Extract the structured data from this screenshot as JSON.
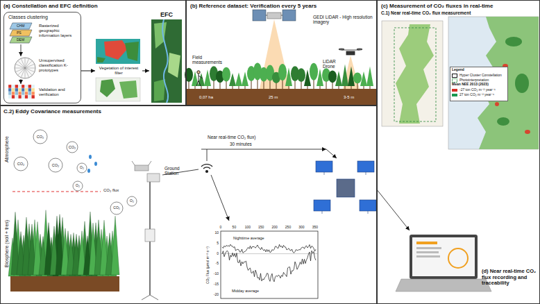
{
  "diagram": {
    "nodes": [
      {
        "text": [
          "(a) Constellation and EFC definition"
        ]
      },
      {
        "text": [
          "Classes clustering",
          "CHM",
          "PS",
          "DEM",
          "Rasterized geographic information layers",
          "Unsupervised classification K-prototypes",
          "Validation and verification"
        ],
        "in": 0
      },
      {
        "text": [
          "Vegetation of interest filter"
        ],
        "in": 0
      },
      {
        "text": [
          "EFC"
        ],
        "in": 0
      },
      {
        "text": [
          "(b) Reference dataset: Verification every 5 years",
          "GEDI LiDAR - High resolution imagery",
          "Field measurements",
          "LiDAR Drone",
          "0,07 ha",
          "25 m",
          "3-5 m"
        ]
      },
      {
        "text": [
          "(c) Measurement of CO₂ fluxes in real-time",
          "C.1) Near real-time CO₂ flux measurement",
          "(d) Near real-time CO₂ flux recording and traceability"
        ]
      },
      {
        "text": [
          "C.2) Eddy Covariance measurements",
          "Atmosphere",
          "Biosphere (soil + tres)",
          "CO₂ flux",
          "Ground Station",
          "Near real-time CO₂ flux)",
          "30 minutes"
        ]
      }
    ],
    "edges": [
      {
        "from": 1,
        "to": 2,
        "arrow": "to"
      },
      {
        "from": 2,
        "to": 3,
        "arrow": "to"
      }
    ],
    "labels": [
      "Legend",
      "Mean NEE 2013 (2023)",
      "CO₂",
      "CO₂",
      "CO₂",
      "CO₂",
      "O₂",
      "O₂",
      "CO₂",
      "O₂",
      "0",
      "50",
      "100",
      "150",
      "200",
      "250",
      "300",
      "350",
      "10",
      "5",
      "0",
      "-5",
      "-10",
      "-15",
      "-20",
      "CO₂ Flux (µmol m⁻² s⁻¹)",
      "Nighttime average",
      "Midday average"
    ],
    "legend": [
      {
        "text": "Hyper Cluster Constellation"
      },
      {
        "text": "Photointerpretation"
      },
      {
        "text": "-27 ton CO₂ m⁻² year⁻¹",
        "color": "#d73027"
      },
      {
        "text": "27 ton CO₂ m⁻² year⁻¹",
        "color": "#1a9850"
      }
    ]
  }
}
